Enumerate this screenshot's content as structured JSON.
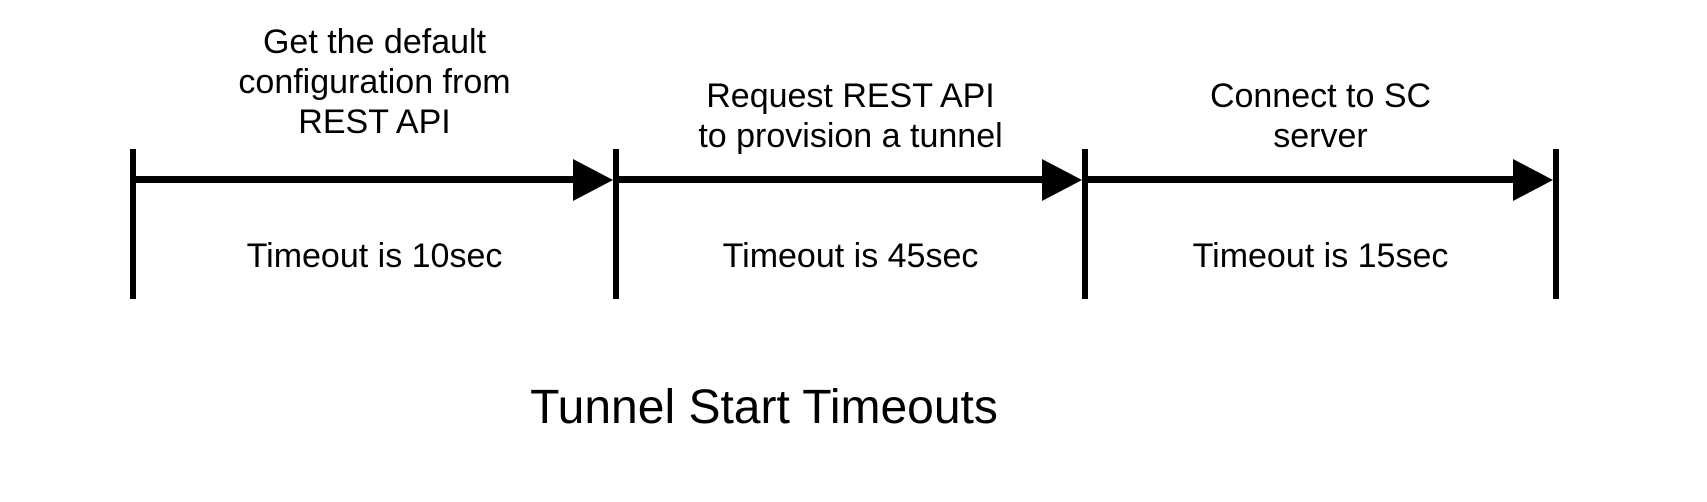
{
  "diagram": {
    "title": "Tunnel Start Timeouts",
    "segments": [
      {
        "label": "Get the default\nconfiguration from\nREST API",
        "timeout": "Timeout is 10sec"
      },
      {
        "label": "Request REST API\nto provision a tunnel",
        "timeout": "Timeout is 45sec"
      },
      {
        "label": "Connect to SC\nserver",
        "timeout": "Timeout is 15sec"
      }
    ]
  }
}
